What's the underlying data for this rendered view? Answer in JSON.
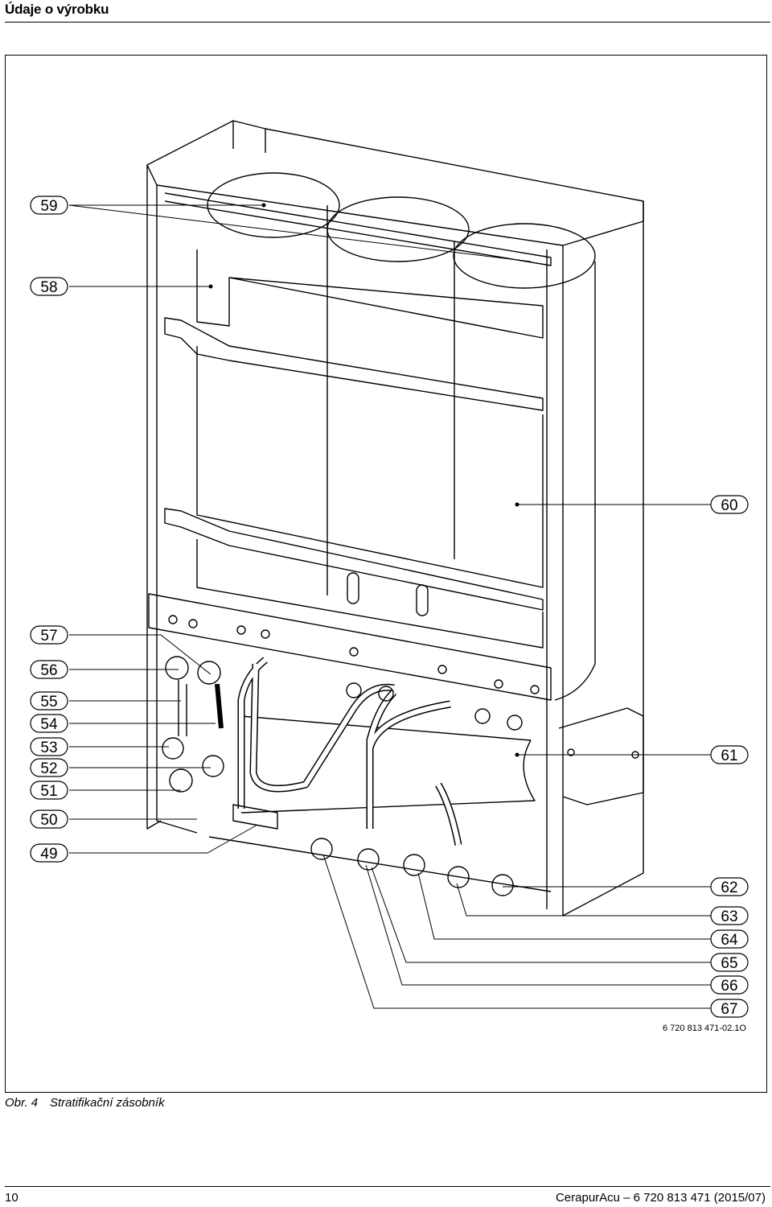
{
  "header": {
    "title": "Údaje o výrobku"
  },
  "figure": {
    "code": "6 720 813 471-02.1O",
    "callouts_left": [
      "59",
      "58",
      "57",
      "56",
      "55",
      "54",
      "53",
      "52",
      "51",
      "50",
      "49"
    ],
    "callouts_right": [
      "60",
      "61",
      "62",
      "63",
      "64",
      "65",
      "66",
      "67"
    ]
  },
  "caption": {
    "number": "Obr. 4",
    "text": "Stratifikační zásobník"
  },
  "footer": {
    "page": "10",
    "product": "CerapurAcu – 6 720 813 471 (2015/07)"
  }
}
